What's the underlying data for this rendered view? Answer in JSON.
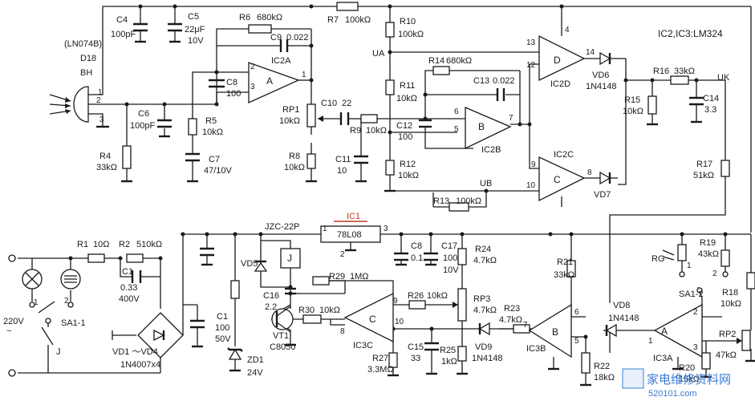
{
  "note": "IC2,IC3:LM324",
  "components": {
    "sensor": {
      "model": "(LN074B)",
      "ref": "D18",
      "type": "BH",
      "pin1": "1",
      "pin2": "2",
      "pin3": "3"
    },
    "c4": {
      "ref": "C4",
      "val": "100pF"
    },
    "c5": {
      "ref": "C5",
      "val1": "22μF",
      "val2": "10V"
    },
    "r6": {
      "ref": "R6",
      "val": "680kΩ"
    },
    "c9": {
      "ref": "C9",
      "val": "0.022"
    },
    "ic2a": {
      "ref": "IC2A",
      "body": "A",
      "pin1": "1",
      "pin2": "2",
      "pin3": "3"
    },
    "c8": {
      "ref": "C8",
      "val": "100"
    },
    "c6": {
      "ref": "C6",
      "val": "100pF"
    },
    "r5": {
      "ref": "R5",
      "val": "10kΩ"
    },
    "c7": {
      "ref": "C7",
      "val": "47/10V"
    },
    "r4": {
      "ref": "R4",
      "val": "33kΩ"
    },
    "r7": {
      "ref": "R7",
      "val": "100kΩ"
    },
    "r10": {
      "ref": "R10",
      "val": "100kΩ"
    },
    "rp1": {
      "ref": "RP1",
      "val": "10kΩ"
    },
    "r8": {
      "ref": "R8",
      "val": "10kΩ"
    },
    "c10": {
      "ref": "C10",
      "val": "22"
    },
    "r9": {
      "ref": "R9",
      "val": "10kΩ"
    },
    "ua": "UA",
    "r14": {
      "ref": "R14",
      "val": "680kΩ"
    },
    "c13": {
      "ref": "C13",
      "val": "0.022"
    },
    "r11": {
      "ref": "R11",
      "val": "10kΩ"
    },
    "c12": {
      "ref": "C12",
      "val": "100"
    },
    "c11": {
      "ref": "C11",
      "val": "10"
    },
    "r12": {
      "ref": "R12",
      "val": "10kΩ"
    },
    "ic2b": {
      "ref": "IC2B",
      "body": "B",
      "pin5": "5",
      "pin6": "6",
      "pin7": "7"
    },
    "ic2d": {
      "ref": "IC2D",
      "body": "D",
      "pin4": "4",
      "pin12": "12",
      "pin13": "13",
      "pin14": "14"
    },
    "ic2c": {
      "ref": "IC2C",
      "body": "C",
      "pin8": "8",
      "pin9": "9",
      "pin10": "10"
    },
    "vd6": {
      "ref": "VD6",
      "val": "1N4148"
    },
    "vd7": {
      "ref": "VD7"
    },
    "r16": {
      "ref": "R16",
      "val": "33kΩ"
    },
    "uk": "UK",
    "r15": {
      "ref": "R15",
      "val": "10kΩ"
    },
    "c14": {
      "ref": "C14",
      "val": "3.3"
    },
    "r17": {
      "ref": "R17",
      "val": "51kΩ"
    },
    "ub": "UB",
    "r13": {
      "ref": "R13",
      "val": "100kΩ"
    },
    "r1": {
      "ref": "R1",
      "val": "10Ω"
    },
    "r2": {
      "ref": "R2",
      "val": "510kΩ"
    },
    "c1a": {
      "ref": "C1",
      "val1": "0.33",
      "val2": "400V"
    },
    "mains": {
      "val": "220V",
      "tilde": "~"
    },
    "sa1_1": {
      "ref": "SA1-1",
      "p1": "1",
      "p2": "2"
    },
    "relay_contact": "J",
    "bridge": {
      "label": "VD1 ～VD4",
      "val": "1N4007x4"
    },
    "relay": {
      "model": "JZC-22P",
      "coil": "J"
    },
    "vd5": {
      "ref": "VD5"
    },
    "c1b": {
      "ref": "C1",
      "val1": "100",
      "val2": "50V"
    },
    "zd1": {
      "ref": "ZD1",
      "val": "24V"
    },
    "ic1": {
      "ref": "IC1",
      "body": "78L08",
      "pin1": "1",
      "pin2": "2",
      "pin3": "3"
    },
    "c8b": {
      "ref": "C8",
      "val": "0.1"
    },
    "c17": {
      "ref": "C17",
      "val1": "100",
      "val2": "10V"
    },
    "r24": {
      "ref": "R24",
      "val": "4.7kΩ"
    },
    "r29": {
      "ref": "R29",
      "val": "1MΩ"
    },
    "c16": {
      "ref": "C16",
      "val": "2.2"
    },
    "r30": {
      "ref": "R30",
      "val": "10kΩ"
    },
    "vt1": {
      "ref": "VT1",
      "val": "C8050"
    },
    "ic3c": {
      "ref": "IC3C",
      "body": "C",
      "pin8": "8",
      "pin9": "9",
      "pin10": "10"
    },
    "r26": {
      "ref": "R26",
      "val": "10kΩ"
    },
    "rp3": {
      "ref": "RP3",
      "val": "4.7kΩ"
    },
    "r23": {
      "ref": "R23",
      "val": "4.7kΩ"
    },
    "r27": {
      "ref": "R27",
      "val": "3.3MΩ"
    },
    "c15": {
      "ref": "C15",
      "val": "33"
    },
    "r25": {
      "ref": "R25",
      "val": "1kΩ"
    },
    "vd9": {
      "ref": "VD9",
      "val": "1N4148"
    },
    "ic3b": {
      "ref": "IC3B",
      "body": "B",
      "pin5": "5",
      "pin6": "6",
      "pin7": "7"
    },
    "r21": {
      "ref": "R21",
      "val": "33kΩ"
    },
    "r22": {
      "ref": "R22",
      "val": "18kΩ"
    },
    "vd8": {
      "ref": "VD8",
      "val": "1N4148"
    },
    "ic3a": {
      "ref": "IC3A",
      "body": "A",
      "pin1": "1",
      "pin2": "2",
      "pin3": "3"
    },
    "rg": {
      "ref": "RG"
    },
    "sa1_2": {
      "ref": "SA1-2",
      "p1": "1",
      "p2": "2"
    },
    "r19": {
      "ref": "R19",
      "val": "43kΩ"
    },
    "r18": {
      "ref": "R18",
      "val": "10kΩ"
    },
    "rp2": {
      "ref": "RP2",
      "val": "47kΩ"
    },
    "r20": {
      "ref": "R20",
      "val": "15kΩ"
    }
  },
  "watermark": {
    "line1": "家电维修资料网",
    "line2": "520101.com"
  },
  "colors": {
    "ink": "#1a1a1a",
    "ic1_accent": "#c0392b",
    "watermark": "#3a7bd5"
  }
}
